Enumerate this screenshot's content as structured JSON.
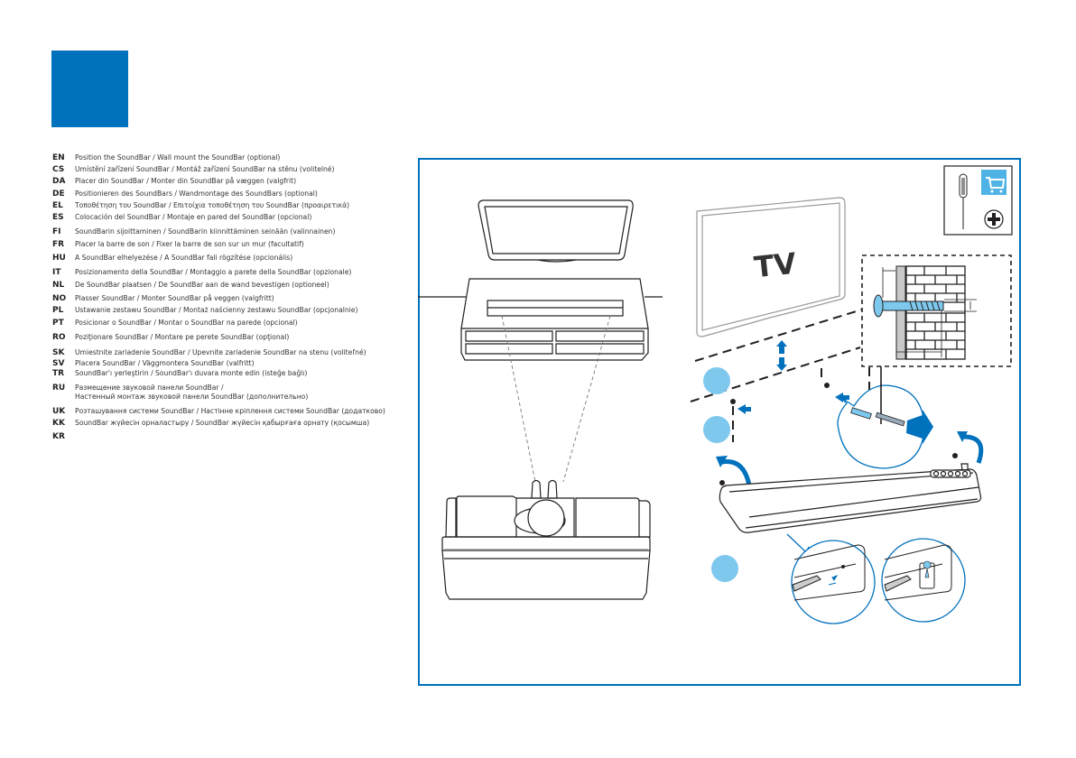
{
  "page": {
    "step_badge_color": "#0071bc",
    "accent_light": "#7ec8ee",
    "accent": "#0071bc"
  },
  "languages": [
    {
      "code": "EN",
      "text": "Position the SoundBar / Wall mount the SoundBar (optional)"
    },
    {
      "code": "CS",
      "text": "Umístění zařízení SoundBar / Montáž zařízení  SoundBar na stěnu (volitelné)"
    },
    {
      "code": "DA",
      "text": "Placer din SoundBar / Monter din SoundBar på  væggen (valgfrit)"
    },
    {
      "code": "DE",
      "text": "Positionieren des SoundBars / Wandmontage des  SoundBars (optional)"
    },
    {
      "code": "EL",
      "text": "Τοποθέτηση του SoundBar / Επιτοίχια  τοποθέτηση του SoundBar (προαιρετικά)"
    },
    {
      "code": "ES",
      "text": "Colocación del SoundBar / Montaje en pared del  SoundBar (opcional)"
    },
    {
      "code": "FI",
      "text": "SoundBarin sijoittaminen / SoundBarin kiinnittäminen seinään (valinnainen)"
    },
    {
      "code": "FR",
      "text": "Placer la barre de son / Fixer la barre de son sur un mur (facultatif)"
    },
    {
      "code": "HU",
      "text": "A SoundBar elhelyezése / A SoundBar fali rögzítése (opcionális)"
    },
    {
      "code": "IT",
      "text": "Posizionamento della SoundBar / Montaggio a  parete della SoundBar (opzionale)"
    },
    {
      "code": "NL",
      "text": "De SoundBar plaatsen / De SoundBar aan de wand bevestigen (optioneel)"
    },
    {
      "code": "NO",
      "text": "Plasser SoundBar / Monter SoundBar på veggen  (valgfritt)"
    },
    {
      "code": "PL",
      "text": "Ustawanie zestawu SoundBar / Montaż naścienny  zestawu SoundBar (opcjonalnie)"
    },
    {
      "code": "PT",
      "text": "Posicionar o SoundBar / Montar o SoundBar na   parede (opcional)"
    },
    {
      "code": "RO",
      "text": "Poziţionare SoundBar / Montare pe perete  SoundBar (opţional)"
    },
    {
      "code": "SK",
      "text": "Umiestnite zariadenie SoundBar / Upevnite  zariadenie SoundBar na stenu (voliteľné)"
    },
    {
      "code": "SV",
      "text": "Placera SoundBar / Väggmontera SoundBar (valfritt)"
    },
    {
      "code": "TR",
      "text": "SoundBar'ı yerleştirin / SoundBar'ı duvara monte  edin (isteğe bağlı)"
    },
    {
      "code": "RU",
      "text": "Размещение звуковой панели SoundBar /",
      "text2": "Настенный монтаж звуковой панели SoundBar (дополнительно)"
    },
    {
      "code": "UK",
      "text": "Розташування системи SoundBar / Настінне  кріплення системи SoundBar (додатково)"
    },
    {
      "code": "KK",
      "text": "SoundBar жүйесін орналастыру / SoundBar  жүйесін қабырғаға орнату (қосымша)"
    },
    {
      "code": "KR",
      "text": ""
    }
  ],
  "diagram": {
    "tv_label": "TV",
    "tools": [
      "screwdriver-icon",
      "cart-icon",
      "phillips-head-icon"
    ],
    "step_markers": [
      "step-1",
      "step-2",
      "step-3"
    ]
  }
}
